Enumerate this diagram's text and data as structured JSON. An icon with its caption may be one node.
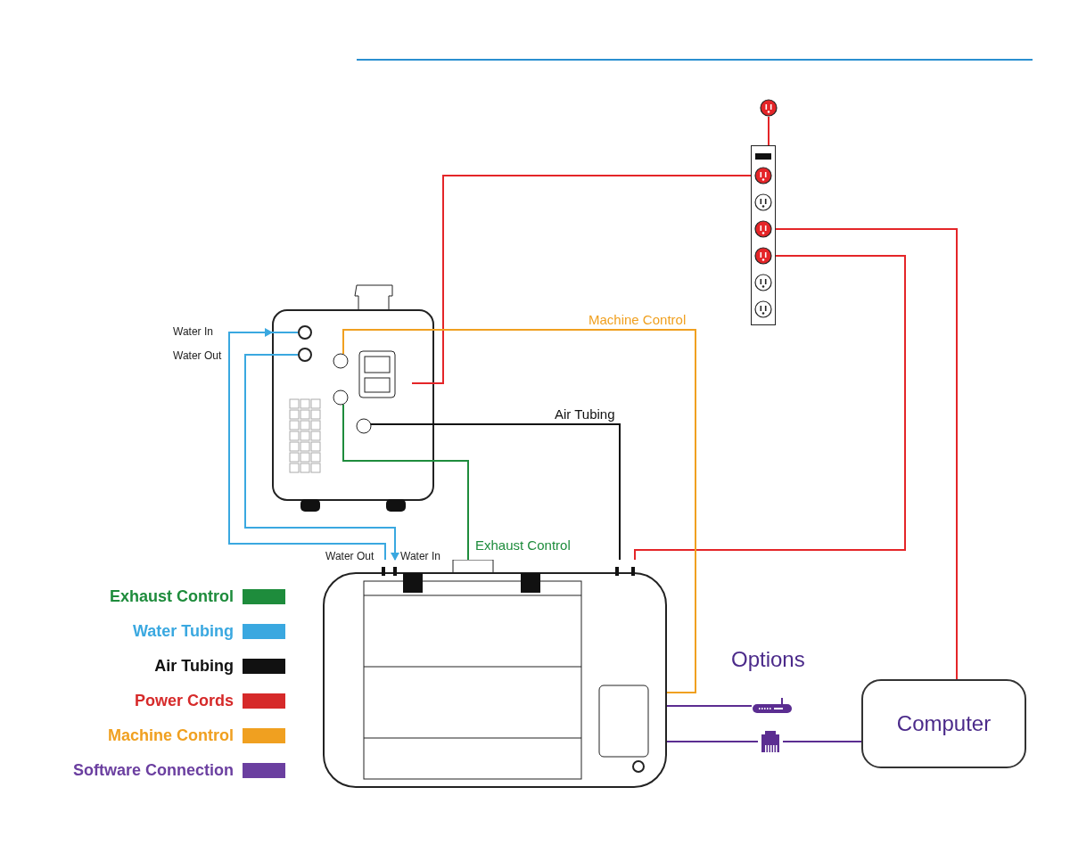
{
  "diagram": {
    "nodes": [
      {
        "text": [],
        "shape": "circle"
      },
      {
        "text": [],
        "shape": "bar"
      },
      {
        "text": [],
        "shape": "picture",
        "beside": [
          "Water In",
          "Water Out"
        ]
      },
      {
        "text": [],
        "shape": "picture",
        "beside": [
          "Water Out",
          "Water In"
        ]
      },
      {
        "text": [
          "Computer"
        ]
      },
      {
        "text": [],
        "shape": "picture"
      },
      {
        "text": [],
        "shape": "picture"
      }
    ],
    "edges": [
      {
        "from": 0,
        "to": 1,
        "arrow": "none",
        "color": "#e42528"
      },
      {
        "from": 1,
        "to": 2,
        "arrow": "none",
        "color": "#e42528"
      },
      {
        "from": 1,
        "to": 4,
        "arrow": "none",
        "color": "#e42528"
      },
      {
        "from": 1,
        "to": 3,
        "arrow": "none",
        "color": "#e42528"
      },
      {
        "from": 2,
        "to": 3,
        "arrow": "none",
        "label": "Machine Control",
        "color": "#f0a020"
      },
      {
        "from": 2,
        "to": 3,
        "arrow": "none",
        "label": "Air Tubing",
        "color": "#111111"
      },
      {
        "from": 2,
        "to": 3,
        "arrow": "none",
        "label": "Exhaust Control",
        "color": "#1e8c3c"
      },
      {
        "from": 3,
        "to": 2,
        "arrow": "to",
        "color": "#3aa8e0"
      },
      {
        "from": 2,
        "to": 3,
        "arrow": "to",
        "color": "#3aa8e0"
      },
      {
        "from": 3,
        "to": 5,
        "arrow": "none",
        "color": "#5b2d91"
      },
      {
        "from": 3,
        "to": 6,
        "arrow": "none",
        "color": "#5b2d91"
      },
      {
        "from": 6,
        "to": 4,
        "arrow": "none",
        "color": "#5b2d91"
      }
    ],
    "labels": [
      "Options"
    ],
    "legend": [
      {
        "text": "Exhaust Control",
        "color": "#1e8c3c"
      },
      {
        "text": "Water Tubing",
        "color": "#3aa8e0"
      },
      {
        "text": "Air Tubing",
        "color": "#111111"
      },
      {
        "text": "Power Cords",
        "color": "#d62a2a"
      },
      {
        "text": "Machine Control",
        "color": "#f0a020"
      },
      {
        "text": "Software Connection",
        "color": "#6b3fa0"
      }
    ]
  }
}
